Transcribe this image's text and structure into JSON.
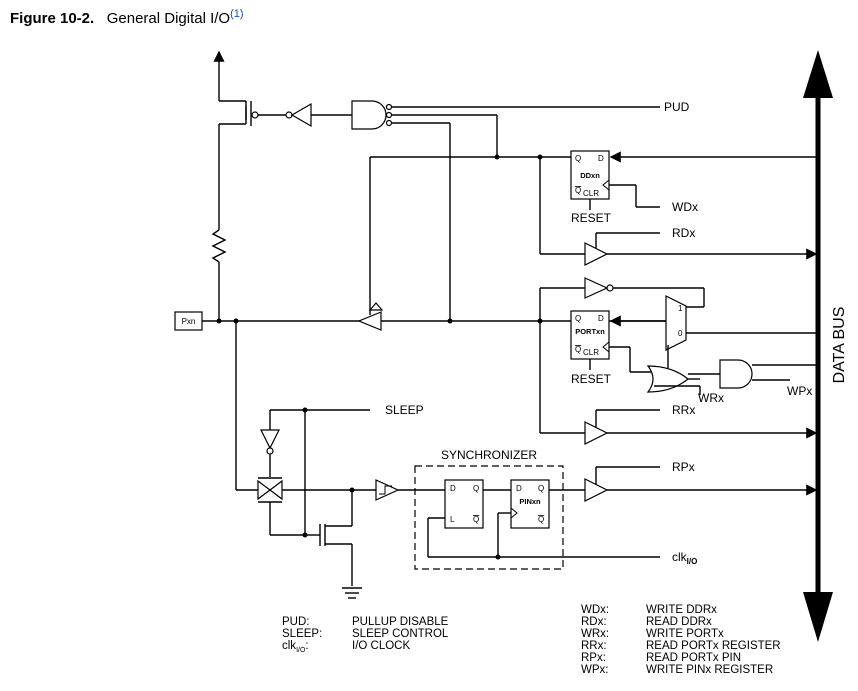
{
  "figure": {
    "number": "Figure 10-2.",
    "title": "General Digital I/O",
    "note_ref": "(1)"
  },
  "labels": {
    "pud": "PUD",
    "wdx": "WDx",
    "rdx": "RDx",
    "wrx": "WRx",
    "wpx": "WPx",
    "rrx": "RRx",
    "rpx": "RPx",
    "sleep": "SLEEP",
    "clk_main": "clk",
    "clk_sub": "I/O",
    "data_bus": "DATA BUS",
    "pin": "Pxn",
    "synchronizer": "SYNCHRONIZER",
    "reset": "RESET",
    "reset2": "RESET"
  },
  "blocks": {
    "ddxn": {
      "name": "DDxn",
      "q": "Q",
      "d": "D",
      "qbar": "Q",
      "clr": "CLR"
    },
    "portxn": {
      "name": "PORTxn",
      "q": "Q",
      "d": "D",
      "qbar": "Q",
      "clr": "CLR"
    },
    "sync_latch": {
      "d": "D",
      "q": "Q",
      "l": "L",
      "qbar": "Q"
    },
    "pinxn": {
      "name": "PINxn",
      "d": "D",
      "q": "Q",
      "qbar": "Q"
    },
    "mux": {
      "in1": "1",
      "in0": "0"
    }
  },
  "legend_left": [
    {
      "abbr": "PUD:",
      "desc": "PULLUP DISABLE"
    },
    {
      "abbr": "SLEEP:",
      "desc": "SLEEP CONTROL"
    },
    {
      "abbr": "clk",
      "abbr_sub": "I/O",
      "abbr_suffix": ":",
      "desc": "I/O CLOCK"
    }
  ],
  "legend_right": [
    {
      "abbr": "WDx:",
      "desc": "WRITE DDRx"
    },
    {
      "abbr": "RDx:",
      "desc": "READ DDRx"
    },
    {
      "abbr": "WRx:",
      "desc": "WRITE PORTx"
    },
    {
      "abbr": "RRx:",
      "desc": "READ PORTx REGISTER"
    },
    {
      "abbr": "RPx:",
      "desc": "READ PORTx PIN"
    },
    {
      "abbr": "WPx:",
      "desc": "WRITE PINx REGISTER"
    }
  ]
}
